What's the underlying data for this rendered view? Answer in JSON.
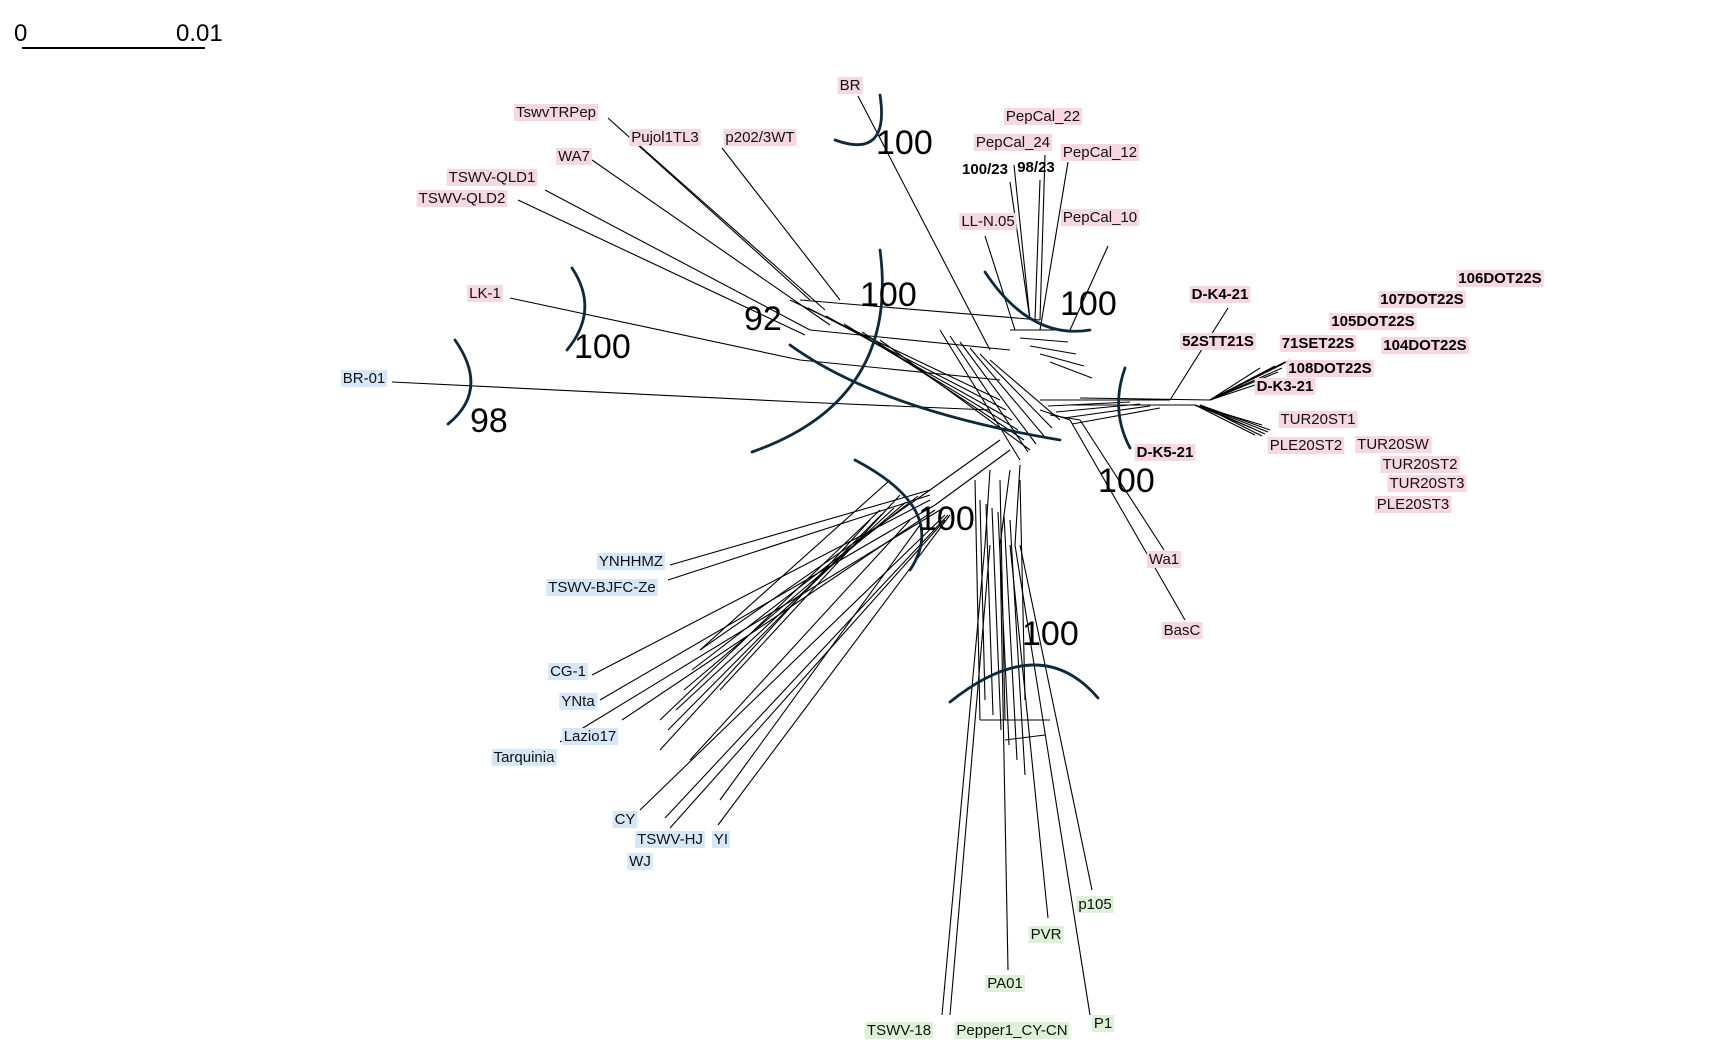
{
  "scale_bar": {
    "start_label": "0",
    "end_label": "0.01"
  },
  "colors": {
    "pink": "#f7d8e2",
    "blue": "#d6e8f8",
    "green": "#dcf1d8",
    "edge": "#000000",
    "arc": "#0d2a3c"
  },
  "bootstrap_labels": [
    "100",
    "100",
    "98",
    "100",
    "92",
    "100",
    "100",
    "100",
    "100"
  ],
  "taxa": [
    {
      "label": "BR",
      "group": "pink",
      "bold": false
    },
    {
      "label": "TswvTRPep",
      "group": "pink",
      "bold": false
    },
    {
      "label": "Pujol1TL3",
      "group": "pink",
      "bold": false
    },
    {
      "label": "p202/3WT",
      "group": "pink",
      "bold": false
    },
    {
      "label": "WA7",
      "group": "pink",
      "bold": false
    },
    {
      "label": "TSWV-QLD1",
      "group": "pink",
      "bold": false
    },
    {
      "label": "TSWV-QLD2",
      "group": "pink",
      "bold": false
    },
    {
      "label": "LK-1",
      "group": "pink",
      "bold": false
    },
    {
      "label": "BR-01",
      "group": "blue",
      "bold": false
    },
    {
      "label": "PepCal_22",
      "group": "pink",
      "bold": false
    },
    {
      "label": "PepCal_24",
      "group": "pink",
      "bold": false
    },
    {
      "label": "PepCal_12",
      "group": "pink",
      "bold": false
    },
    {
      "label": "100/23",
      "group": "none",
      "bold": true
    },
    {
      "label": "98/23",
      "group": "none",
      "bold": true
    },
    {
      "label": "LL-N.05",
      "group": "pink",
      "bold": false
    },
    {
      "label": "PepCal_10",
      "group": "pink",
      "bold": false
    },
    {
      "label": "106DOT22S",
      "group": "pink",
      "bold": true
    },
    {
      "label": "107DOT22S",
      "group": "pink",
      "bold": true
    },
    {
      "label": "D-K4-21",
      "group": "pink",
      "bold": true
    },
    {
      "label": "105DOT22S",
      "group": "pink",
      "bold": true
    },
    {
      "label": "52STT21S",
      "group": "pink",
      "bold": true
    },
    {
      "label": "71SET22S",
      "group": "pink",
      "bold": true
    },
    {
      "label": "104DOT22S",
      "group": "pink",
      "bold": true
    },
    {
      "label": "108DOT22S",
      "group": "pink",
      "bold": true
    },
    {
      "label": "D-K3-21",
      "group": "pink",
      "bold": true
    },
    {
      "label": "TUR20ST1",
      "group": "pink",
      "bold": false
    },
    {
      "label": "D-K5-21",
      "group": "pink",
      "bold": true
    },
    {
      "label": "PLE20ST2",
      "group": "pink",
      "bold": false
    },
    {
      "label": "TUR20SW",
      "group": "pink",
      "bold": false
    },
    {
      "label": "TUR20ST2",
      "group": "pink",
      "bold": false
    },
    {
      "label": "TUR20ST3",
      "group": "pink",
      "bold": false
    },
    {
      "label": "PLE20ST3",
      "group": "pink",
      "bold": false
    },
    {
      "label": "Wa1",
      "group": "pink",
      "bold": false
    },
    {
      "label": "BasC",
      "group": "pink",
      "bold": false
    },
    {
      "label": "YNHHMZ",
      "group": "blue",
      "bold": false
    },
    {
      "label": "TSWV-BJFC-Ze",
      "group": "blue",
      "bold": false
    },
    {
      "label": "CG-1",
      "group": "blue",
      "bold": false
    },
    {
      "label": "YNta",
      "group": "blue",
      "bold": false
    },
    {
      "label": "Lazio17",
      "group": "blue",
      "bold": false
    },
    {
      "label": "Tarquinia",
      "group": "blue",
      "bold": false
    },
    {
      "label": "CY",
      "group": "blue",
      "bold": false
    },
    {
      "label": "TSWV-HJ",
      "group": "blue",
      "bold": false
    },
    {
      "label": "YI",
      "group": "blue",
      "bold": false
    },
    {
      "label": "WJ",
      "group": "blue",
      "bold": false
    },
    {
      "label": "p105",
      "group": "green",
      "bold": false
    },
    {
      "label": "PVR",
      "group": "green",
      "bold": false
    },
    {
      "label": "PA01",
      "group": "green",
      "bold": false
    },
    {
      "label": "TSWV-18",
      "group": "green",
      "bold": false
    },
    {
      "label": "Pepper1_CY-CN",
      "group": "green",
      "bold": false
    },
    {
      "label": "P1",
      "group": "green",
      "bold": false
    }
  ]
}
